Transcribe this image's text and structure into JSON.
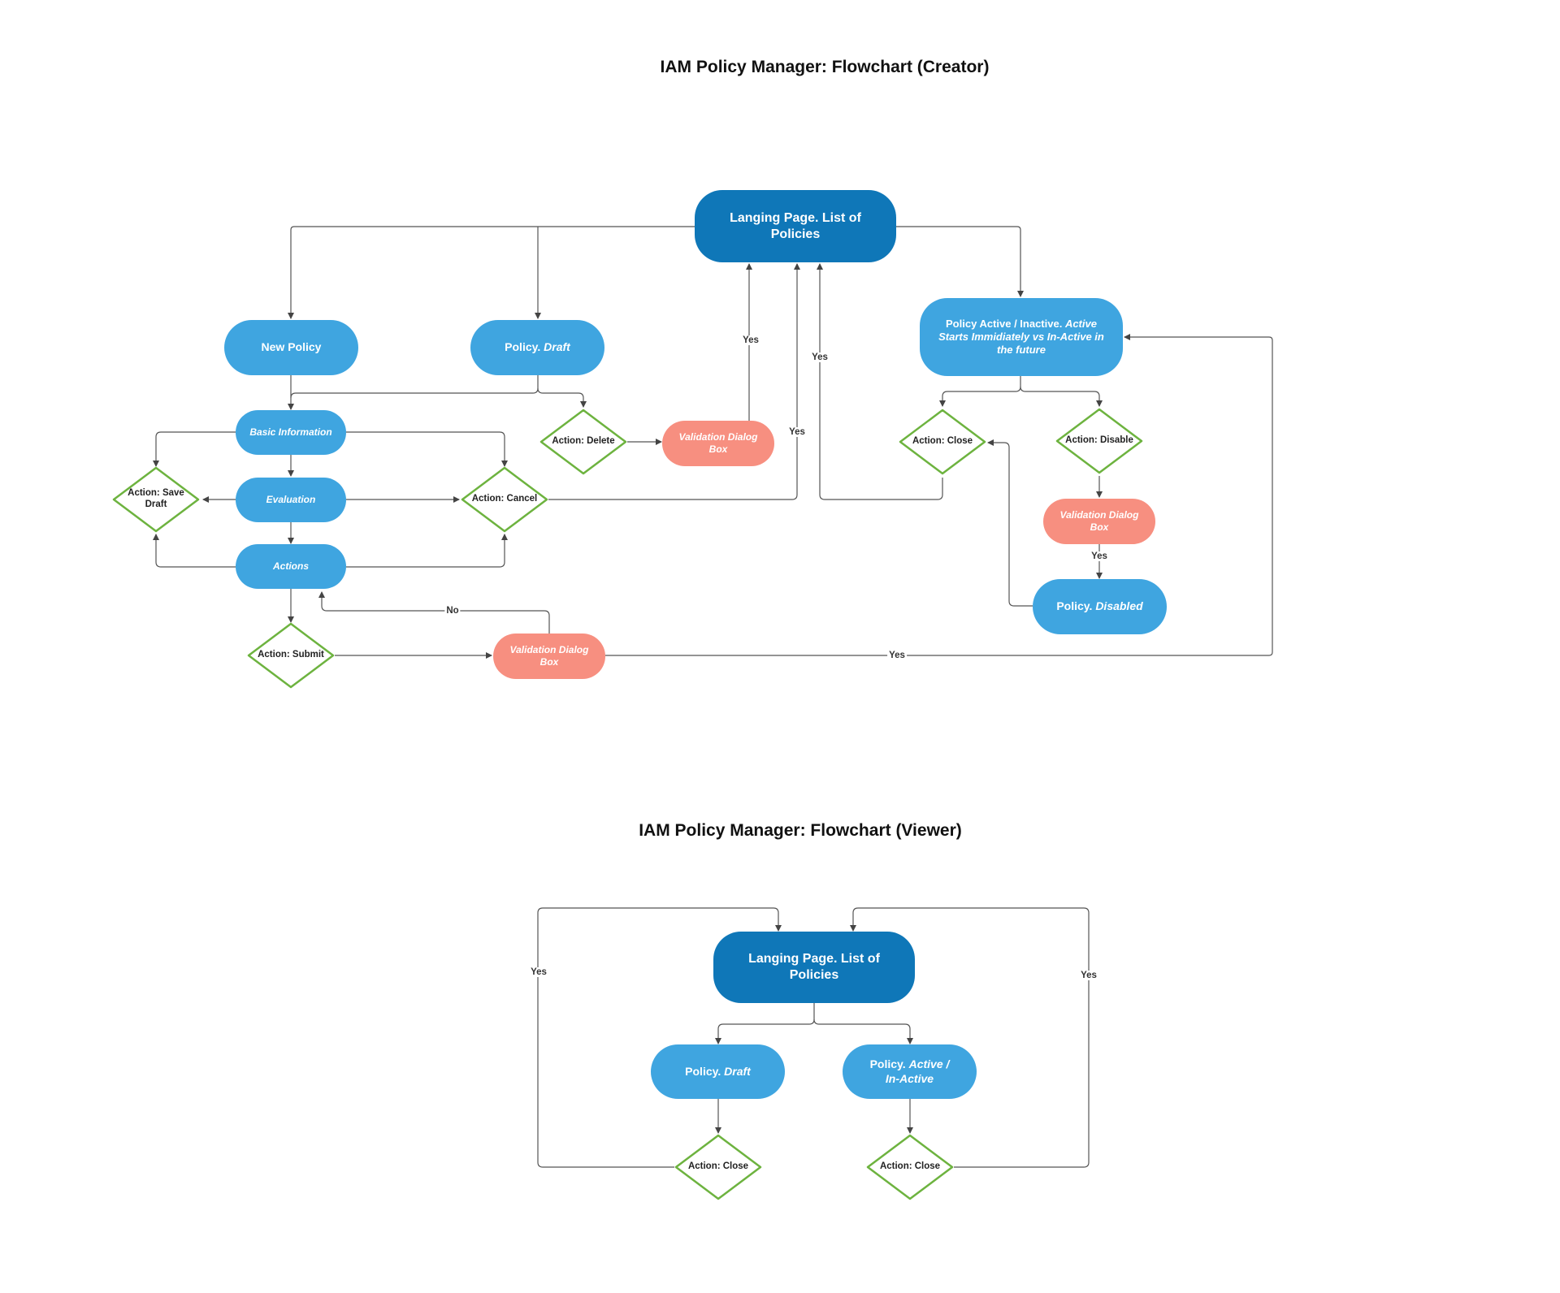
{
  "creator": {
    "title": "IAM Policy Manager: Flowchart (Creator)",
    "landing_page": "Langing Page. List of Policies",
    "new_policy": "New Policy",
    "policy_draft": {
      "prefix": "Policy. ",
      "em": "Draft"
    },
    "basic_information": "Basic Information",
    "evaluation": "Evaluation",
    "actions": "Actions",
    "action_save_draft": {
      "line1": "Action: Save",
      "line2": "Draft"
    },
    "action_cancel": "Action: Cancel",
    "action_delete": "Action: Delete",
    "action_submit": "Action: Submit",
    "validation_delete": "Validation Dialog Box",
    "validation_submit": "Validation Dialog Box",
    "policy_active": {
      "line1_prefix": "Policy Active / Inactive. ",
      "line1_em": "Active",
      "line2": "Starts Immidiately vs In-Active in",
      "line3": "the future"
    },
    "action_close": "Action: Close",
    "action_disable": "Action: Disable",
    "validation_disable": "Validation Dialog Box",
    "policy_disabled": {
      "prefix": "Policy. ",
      "em": "Disabled"
    },
    "labels": {
      "yes_delete": "Yes",
      "yes_close": "Yes",
      "yes_cancel": "Yes",
      "yes_disable": "Yes",
      "yes_submit": "Yes",
      "no_submit": "No"
    }
  },
  "viewer": {
    "title": "IAM Policy Manager: Flowchart (Viewer)",
    "landing_page": "Langing Page. List of Policies",
    "policy_draft": {
      "prefix": "Policy. ",
      "em": "Draft"
    },
    "policy_active": {
      "prefix": "Policy. ",
      "em1": "Active /",
      "em2": "In-Active"
    },
    "action_close_draft": "Action: Close",
    "action_close_active": "Action: Close",
    "labels": {
      "yes_left": "Yes",
      "yes_right": "Yes"
    }
  },
  "colors": {
    "node_blue": "#3fa5e0",
    "node_dark_blue": "#0f77b8",
    "validation_red": "#f78f80",
    "decision_border": "#6db33f",
    "connector": "#555555"
  }
}
